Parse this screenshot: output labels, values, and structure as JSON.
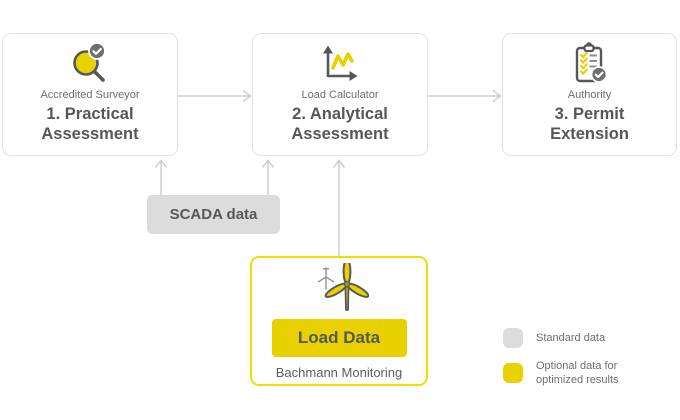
{
  "diagram": {
    "steps": [
      {
        "label": "Accredited Surveyor",
        "title": "1. Practical Assessment",
        "icon": "magnifier-check-icon"
      },
      {
        "label": "Load Calculator",
        "title": "2. Analytical Assessment",
        "icon": "line-chart-icon"
      },
      {
        "label": "Authority",
        "title": "3. Permit Extension",
        "icon": "clipboard-check-icon"
      }
    ],
    "scada_box": {
      "label": "SCADA data"
    },
    "monitoring_box": {
      "icon": "wind-turbine-icon",
      "button_label": "Load Data",
      "caption": "Bachmann Monitoring"
    },
    "legend": [
      {
        "swatch_color": "#DCDCDC",
        "label": "Standard data"
      },
      {
        "swatch_color": "#E9D100",
        "label": "Optional data for optimized results"
      }
    ],
    "colors": {
      "standard_gray": "#DCDCDC",
      "optional_yellow": "#E9D100",
      "outline_yellow": "#F0DE00",
      "box_border_gray": "#E3E3E3",
      "arrow_gray": "#CFCFCF",
      "heading_text": "#57575B",
      "label_text": "#6E6E6E",
      "badge_gray": "#6E6E6E"
    }
  }
}
